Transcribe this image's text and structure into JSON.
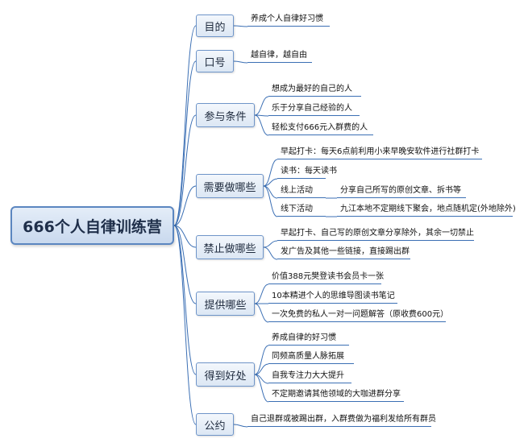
{
  "root": {
    "title": "666个人自律训练营"
  },
  "branches": [
    {
      "label": "目的",
      "leaves": [
        "养成个人自律好习惯"
      ]
    },
    {
      "label": "口号",
      "leaves": [
        "越自律，越自由"
      ]
    },
    {
      "label": "参与条件",
      "leaves": [
        "想成为最好的自己的人",
        "乐于分享自己经验的人",
        "轻松支付666元入群费的人"
      ]
    },
    {
      "label": "需要做哪些",
      "leaves": [
        "早起打卡：每天6点前利用小来早晚安软件进行社群打卡",
        "读书：每天读书",
        "线上活动",
        "线下活动"
      ],
      "sub": [
        {
          "parent": "线上活动",
          "text": "分享自己所写的原创文章、拆书等"
        },
        {
          "parent": "线下活动",
          "text": "九江本地不定期线下聚会，地点随机定(外地除外)"
        }
      ]
    },
    {
      "label": "禁止做哪些",
      "leaves": [
        "早起打卡、自己写的原创文章分享除外，其余一切禁止",
        "发广告及其他一些链接，直接踢出群"
      ]
    },
    {
      "label": "提供哪些",
      "leaves": [
        "价值388元樊登读书会员卡一张",
        "10本精进个人的思维导图读书笔记",
        "一次免费的私人一对一问题解答（原收费600元）"
      ]
    },
    {
      "label": "得到好处",
      "leaves": [
        "养成自律的好习惯",
        "同频高质量人脉拓展",
        "自我专注力大大提升",
        "不定期邀请其他领域的大咖进群分享"
      ]
    },
    {
      "label": "公约",
      "leaves": [
        "自己退群或被踢出群，入群费做为福利发给所有群员"
      ]
    }
  ]
}
